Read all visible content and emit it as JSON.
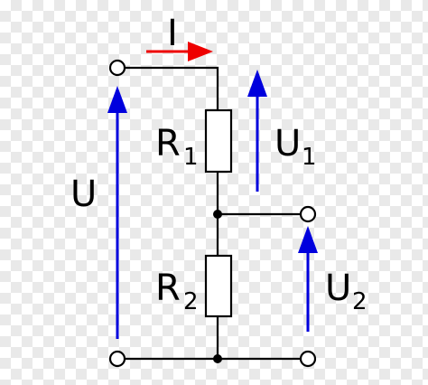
{
  "colors": {
    "voltage_arrow": "#0000dd",
    "current_arrow": "#ee0000",
    "wire": "#000000"
  },
  "labels": {
    "current": "I",
    "voltage_total": "U",
    "r1_main": "R",
    "r1_sub": "1",
    "r2_main": "R",
    "r2_sub": "2",
    "u1_main": "U",
    "u1_sub": "1",
    "u2_main": "U",
    "u2_sub": "2"
  }
}
